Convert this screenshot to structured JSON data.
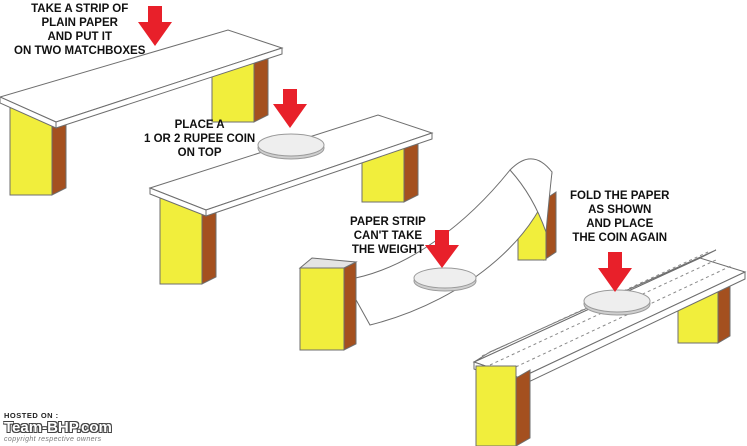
{
  "steps": [
    {
      "lines": [
        "TAKE A STRIP OF",
        "PLAIN PAPER",
        "AND PUT IT",
        "ON TWO MATCHBOXES"
      ]
    },
    {
      "lines": [
        "PLACE A",
        "1 OR 2 RUPEE COIN",
        "ON TOP"
      ]
    },
    {
      "lines": [
        "PAPER STRIP",
        "CAN'T TAKE",
        "THE WEIGHT"
      ]
    },
    {
      "lines": [
        "FOLD THE PAPER",
        "AS SHOWN",
        "AND PLACE",
        "THE COIN AGAIN"
      ]
    }
  ],
  "watermark": {
    "hosted": "HOSTED ON :",
    "brand": "Team-BHP.com",
    "copyright": "copyright respective owners"
  },
  "colors": {
    "arrow": "#e8202a",
    "box_face": "#f1ee3c",
    "box_side": "#a4501f",
    "coin": "#eeeeee",
    "paper": "#ffffff",
    "outline": "#6e6e6e"
  },
  "icons": [
    "down-arrow-icon",
    "matchbox-icon",
    "coin-icon"
  ]
}
